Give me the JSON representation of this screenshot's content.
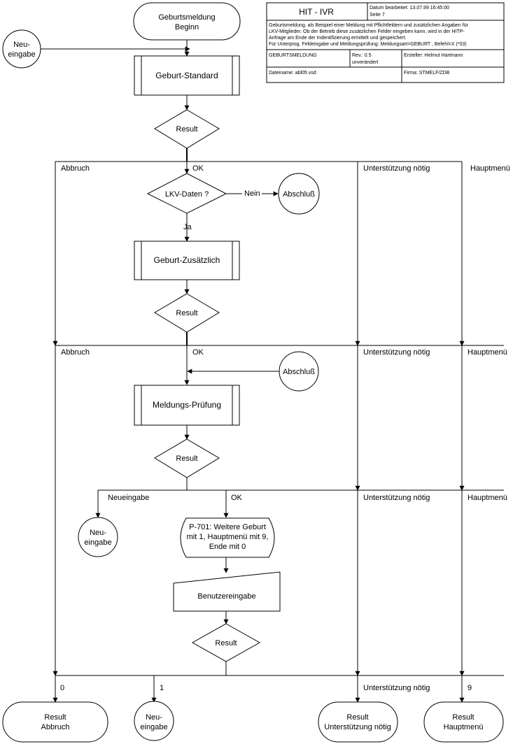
{
  "header": {
    "title": "HIT - IVR",
    "edited": "Datum bearbeitet: 13.07.99 16:45:00",
    "page": "Seite 7",
    "description": [
      "Geburtsmeldung, als Beispiel einer Meldung mit Pflichtfeldern und zusätzlichen Angaben für",
      "LKV-Mitglieder. Ob der Betrieb diese zusätzlichen Felder eingeben kann, wird in der HITP-",
      "Anfrage am Ende der Indentifizierung ermittelt und gespeichert.",
      "Für Unterprog. Feldeingabe und Meldungsprüfung: Meldungsart=GEBURT    , Befehl=X (*03)"
    ],
    "section": "GEBURTSMELDUNG",
    "rev": "Rev.: 0.5",
    "rev_status": "unverändert",
    "author": "Ersteller: Helmut Hartmann",
    "filename": "Dateiname: abl05.vsd",
    "company": "Firma: STMELF/ZDB"
  },
  "nodes": {
    "start": [
      "Geburtsmeldung",
      "Beginn"
    ],
    "neueingabe_connector": [
      "Neu-",
      "eingabe"
    ],
    "geburt_standard": "Geburt-Standard",
    "result": "Result",
    "lkv_daten": "LKV-Daten ?",
    "abschluss": "Abschluß",
    "geburt_zusaetzlich": "Geburt-Zusätzlich",
    "meldungs_pruefung": "Meldungs-Prüfung",
    "p701": [
      "P-701: Weitere Geburt",
      "mit 1,  Hauptmenü mit 9,",
      "Ende mit 0"
    ],
    "benutzereingabe": "Benutzereingabe",
    "end_abbruch": [
      "Result",
      "Abbruch"
    ],
    "end_neueingabe": [
      "Neu-",
      "eingabe"
    ],
    "end_unterstuetzung": [
      "Result",
      "Unterstützung nötig"
    ],
    "end_hauptmenue": [
      "Result",
      "Hauptmenü"
    ]
  },
  "labels": {
    "abbruch": "Abbruch",
    "ok": "OK",
    "unterstuetzung": "Unterstützung nötig",
    "hauptmenue": "Hauptmenü",
    "nein": "Nein",
    "ja": "Ja",
    "neueingabe": "Neueingabe",
    "opt0": "0",
    "opt1": "1",
    "opt9": "9"
  }
}
